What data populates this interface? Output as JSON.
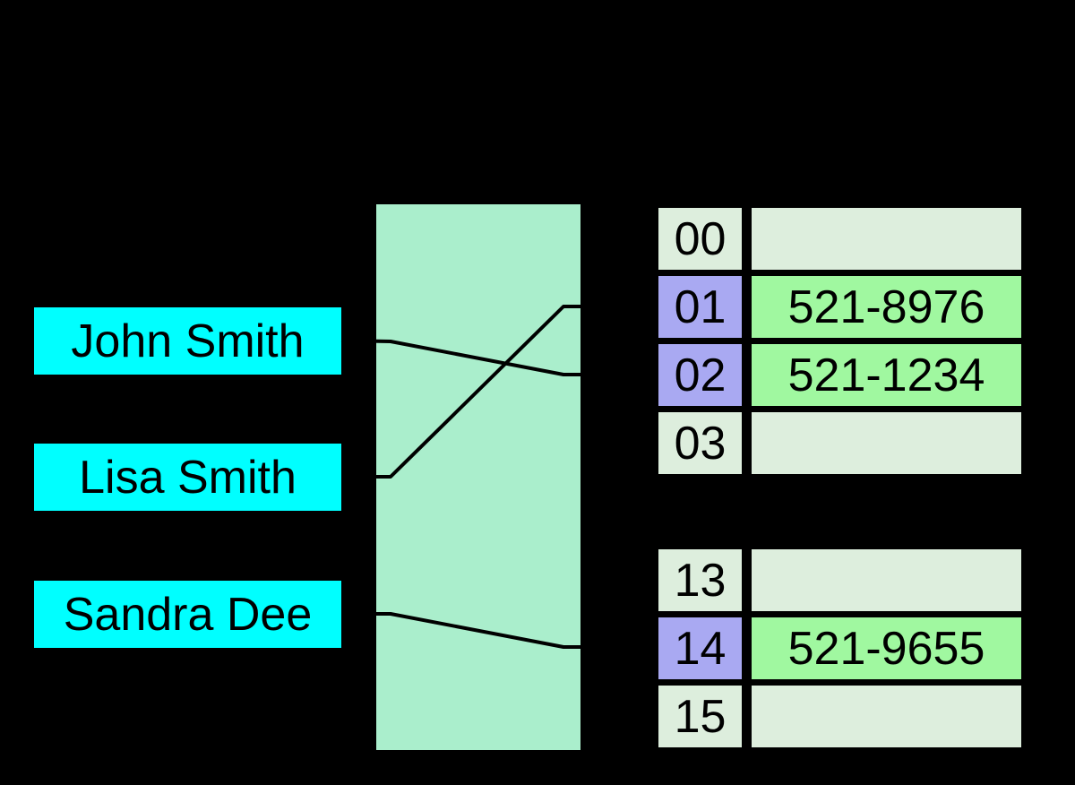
{
  "colors": {
    "background": "#000000",
    "key_box": "#00FFFF",
    "hash_box": "#AAEECC",
    "bucket_empty": "#DDEEDD",
    "bucket_index_used": "#A9A9F2",
    "bucket_value_used": "#A0F8A0",
    "line": "#000000",
    "text": "#000000"
  },
  "keys": [
    {
      "label": "John Smith"
    },
    {
      "label": "Lisa Smith"
    },
    {
      "label": "Sandra Dee"
    }
  ],
  "bucket_groups": [
    {
      "rows": [
        {
          "index": "00",
          "value": "",
          "used": false
        },
        {
          "index": "01",
          "value": "521-8976",
          "used": true
        },
        {
          "index": "02",
          "value": "521-1234",
          "used": true
        },
        {
          "index": "03",
          "value": "",
          "used": false
        }
      ]
    },
    {
      "rows": [
        {
          "index": "13",
          "value": "",
          "used": false
        },
        {
          "index": "14",
          "value": "521-9655",
          "used": true
        },
        {
          "index": "15",
          "value": "",
          "used": false
        }
      ]
    }
  ],
  "connections": [
    {
      "key": "John Smith",
      "bucket": "02"
    },
    {
      "key": "Lisa Smith",
      "bucket": "01"
    },
    {
      "key": "Sandra Dee",
      "bucket": "14"
    }
  ]
}
